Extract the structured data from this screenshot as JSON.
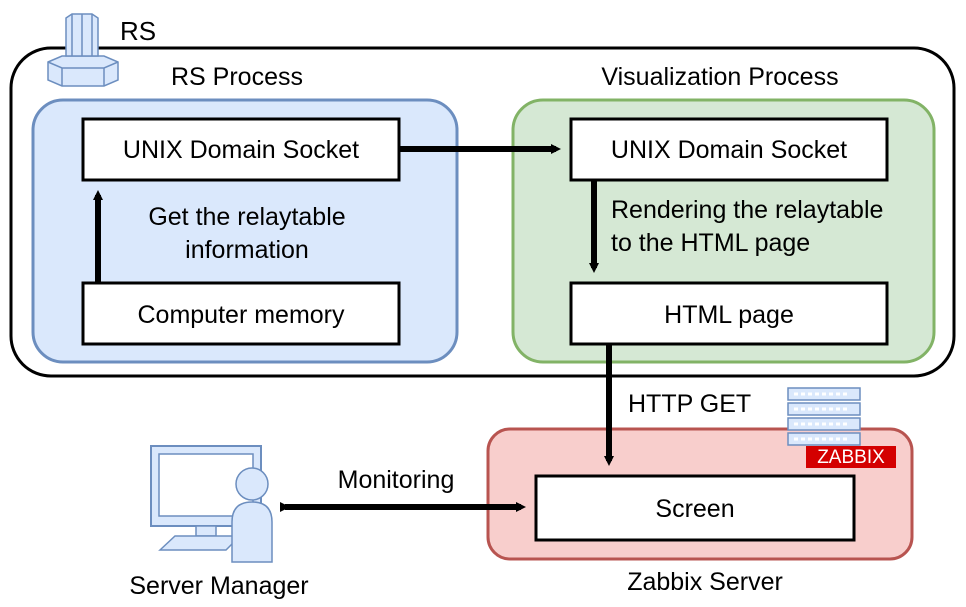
{
  "labels": {
    "rs": "RS",
    "rs_process": "RS Process",
    "vis_process": "Visualization Process",
    "rs_socket": "UNIX Domain Socket",
    "vis_socket": "UNIX Domain Socket",
    "computer_memory": "Computer memory",
    "html_page": "HTML page",
    "get_info_line1": "Get the relaytable",
    "get_info_line2": "information",
    "render_line1": "Rendering the relaytable",
    "render_line2": "to the HTML page",
    "http_get": "HTTP GET",
    "monitoring": "Monitoring",
    "screen": "Screen",
    "zabbix_logo": "ZABBIX",
    "zabbix_server": "Zabbix Server",
    "server_manager": "Server Manager"
  },
  "colors": {
    "rs_process_fill": "#dae8fc",
    "rs_process_stroke": "#6c8ebf",
    "vis_process_fill": "#d5e8d4",
    "vis_process_stroke": "#82b366",
    "zabbix_fill": "#f8cecc",
    "zabbix_stroke": "#b85450",
    "zabbix_logo": "#d40000",
    "icon_blue": "#dae8fc",
    "icon_stroke": "#6c8ebf"
  },
  "icons": [
    "server-tower-icon",
    "server-rack-icon",
    "admin-workstation-icon"
  ]
}
